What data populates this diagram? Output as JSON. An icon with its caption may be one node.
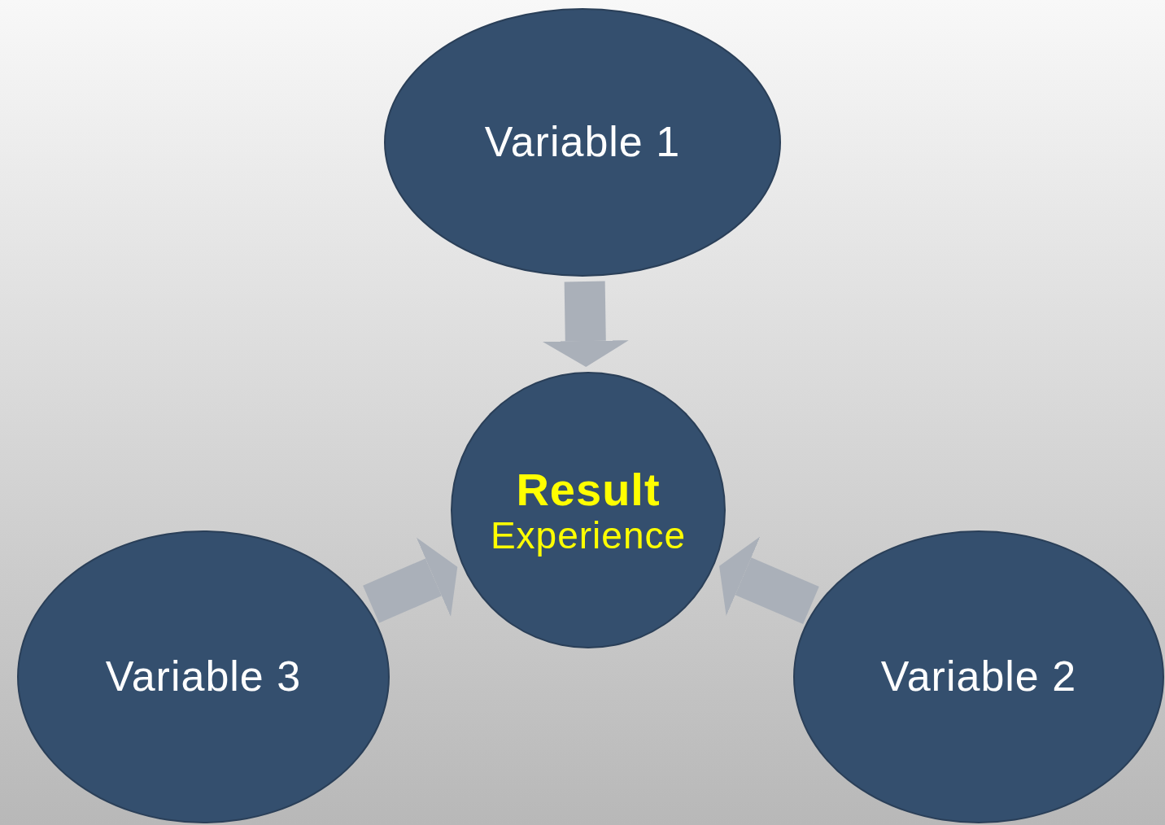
{
  "diagram": {
    "nodes": [
      {
        "text": [
          "Variable 1"
        ]
      },
      {
        "text": [
          "Result",
          "Experience"
        ]
      },
      {
        "text": [
          "Variable 3"
        ]
      },
      {
        "text": [
          "Variable 2"
        ]
      }
    ],
    "edges": [
      {
        "from": 0,
        "to": 1,
        "arrow": "to"
      },
      {
        "from": 2,
        "to": 1,
        "arrow": "to"
      },
      {
        "from": 3,
        "to": 1,
        "arrow": "to"
      }
    ]
  }
}
